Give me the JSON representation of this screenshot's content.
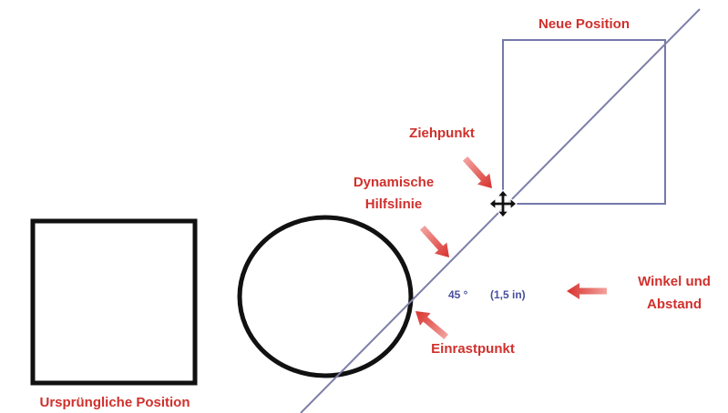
{
  "labels": {
    "new_position": "Neue Position",
    "drag_point": "Ziehpunkt",
    "dynamic_guide_line1": "Dynamische",
    "dynamic_guide_line2": "Hilfslinie",
    "angle": "45 °",
    "distance": "(1,5 in)",
    "angle_distance_line1": "Winkel und",
    "angle_distance_line2": "Abstand",
    "snap_point": "Einrastpunkt",
    "original_position": "Ursprüngliche Position"
  },
  "colors": {
    "label_red": "#d0302c",
    "arrow_red": "#d8312c",
    "guide_line": "#7e7fa8",
    "new_square": "#7478ab",
    "shape_black": "#111111",
    "readout_blue": "#4a4f9e"
  }
}
